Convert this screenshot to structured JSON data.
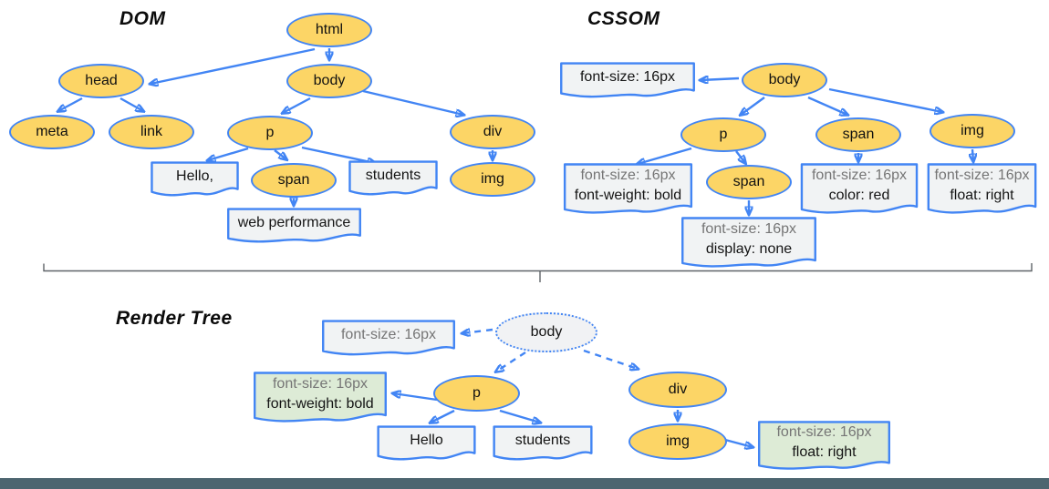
{
  "colors": {
    "node_fill": "#FCD566",
    "node_border": "#4285F4",
    "arrow": "#4285F4",
    "box_fill": "#F1F3F4",
    "box_green_fill": "#DDEBD6",
    "render_body_fill": "#F1F2F4",
    "rule_text_gray": "#757575",
    "divider": "#5F6368",
    "bottom_bar": "#4D6570"
  },
  "sections": {
    "dom": {
      "title": "DOM",
      "nodes": {
        "html": "html",
        "head": "head",
        "body": "body",
        "meta": "meta",
        "link": "link",
        "p": "p",
        "div": "div",
        "span": "span",
        "img": "img"
      },
      "text_nodes": {
        "hello": "Hello,",
        "students": "students",
        "web_performance": "web performance"
      }
    },
    "cssom": {
      "title": "CSSOM",
      "nodes": {
        "body": "body",
        "p": "p",
        "span": "span",
        "span_child": "span",
        "img": "img"
      },
      "rules": {
        "body": [
          "font-size: 16px"
        ],
        "p": [
          "font-size: 16px",
          "font-weight: bold"
        ],
        "span": [
          "font-size: 16px",
          "color: red"
        ],
        "span_child": [
          "font-size: 16px",
          "display: none"
        ],
        "img": [
          "font-size: 16px",
          "float: right"
        ]
      }
    },
    "render_tree": {
      "title": "Render Tree",
      "nodes": {
        "body": "body",
        "p": "p",
        "div": "div",
        "img": "img"
      },
      "text_nodes": {
        "hello": "Hello",
        "students": "students"
      },
      "rules": {
        "body": [
          "font-size: 16px"
        ],
        "p": [
          "font-size: 16px",
          "font-weight: bold"
        ],
        "img": [
          "font-size: 16px",
          "float: right"
        ]
      }
    }
  }
}
